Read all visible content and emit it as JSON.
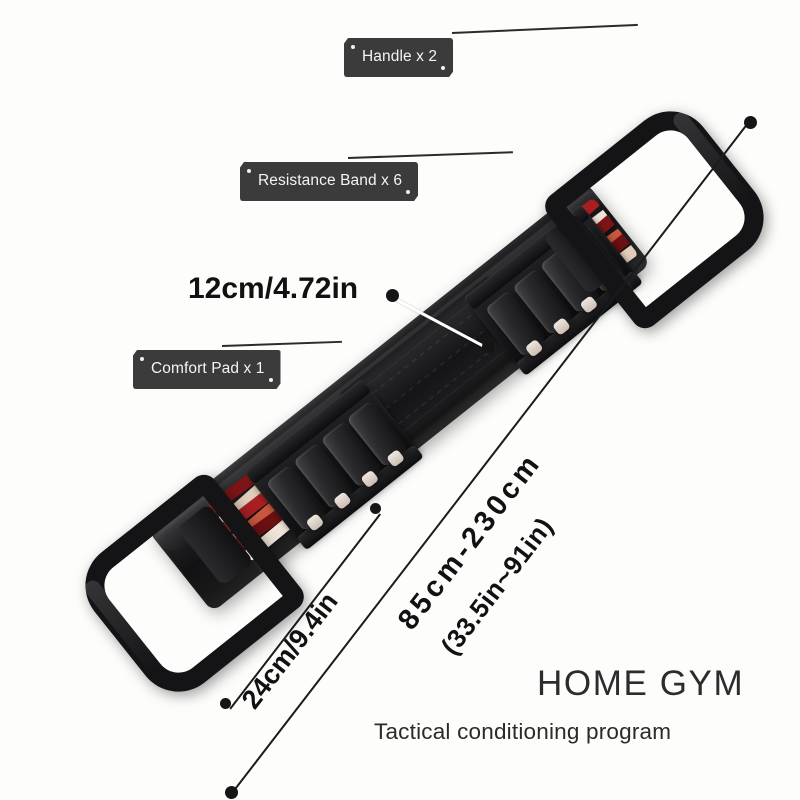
{
  "scene": {
    "background_color": "#fdfdfb",
    "product_name": "home-gym-resistance-bar"
  },
  "callouts": [
    {
      "id": "handle",
      "label": "Handle x 2",
      "tag_color": "#3b3b3b",
      "text_color": "#f4f4f4"
    },
    {
      "id": "resistance-band",
      "label": "Resistance Band x 6",
      "tag_color": "#3b3b3b",
      "text_color": "#f4f4f4"
    },
    {
      "id": "comfort-pad",
      "label": "Comfort Pad x 1",
      "tag_color": "#3b3b3b",
      "text_color": "#f4f4f4"
    }
  ],
  "dimensions": {
    "width": {
      "label": "12cm/4.72in",
      "value_cm": 12,
      "value_in": 4.72,
      "line_color": "#ffffff"
    },
    "depth": {
      "label": "24cm/9.4in",
      "value_cm": 24,
      "value_in": 9.4,
      "line_color": "#1b1b1b"
    },
    "length": {
      "label_line1": "85cm-230cm",
      "label_line2": "(33.5in~91in)",
      "min_cm": 85,
      "max_cm": 230,
      "min_in": 33.5,
      "max_in": 91,
      "line_color": "#1b1b1b"
    }
  },
  "brand": {
    "title": "HOME GYM",
    "subtitle": "Tactical conditioning program",
    "title_color": "#2c2c2c"
  },
  "product_parts": {
    "bar_color": "#161618",
    "pad_color": "#1b1b1d",
    "clamp_color": "#2a2a2d",
    "band_colors": [
      "#a81f22",
      "#7d1518",
      "#f0e4d8",
      "#c9573f",
      "#6d1012",
      "#e2cdbb"
    ],
    "handle_color": "#141416",
    "clamp_count_per_side": 4,
    "band_count": 6
  }
}
